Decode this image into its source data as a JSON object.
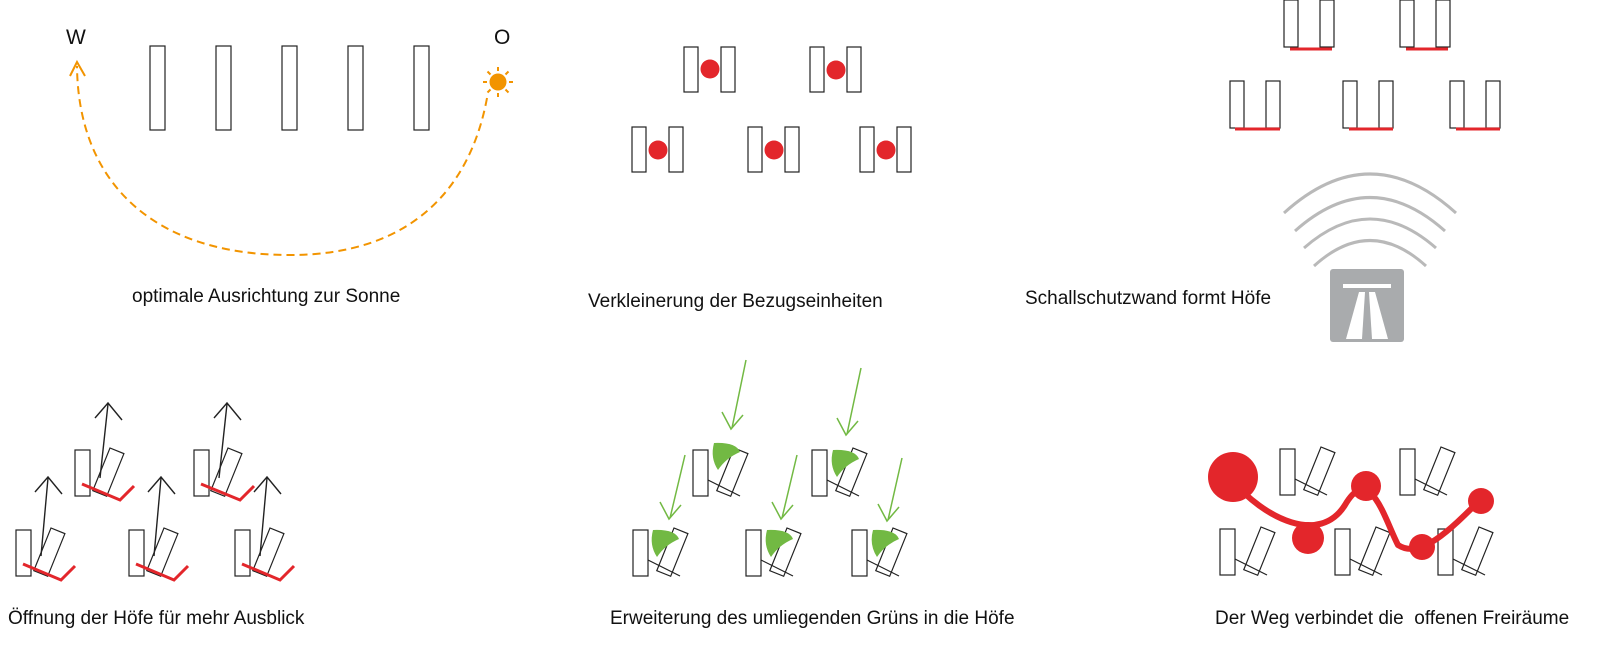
{
  "panels": {
    "sun": {
      "caption": "optimale Ausrichtung zur Sonne",
      "west": "W",
      "east": "O"
    },
    "units": {
      "caption": "Verkleinerung der Bezugseinheiten"
    },
    "noise": {
      "caption": "Schallschutzwand formt Höfe"
    },
    "opening": {
      "caption": "Öffnung der Höfe für mehr Ausblick"
    },
    "green": {
      "caption": "Erweiterung des umliegenden Grüns in die Höfe"
    },
    "path": {
      "caption": "Der Weg verbindet die  offenen Freiräume"
    }
  },
  "colors": {
    "sun": "#f29400",
    "red": "#e3262b",
    "green": "#72b943",
    "wave": "#b9b9b9",
    "sign": "#a9abad",
    "stroke": "#222222"
  },
  "icons": {
    "sun": "sun-icon",
    "sign": "motorway-sign-icon"
  }
}
